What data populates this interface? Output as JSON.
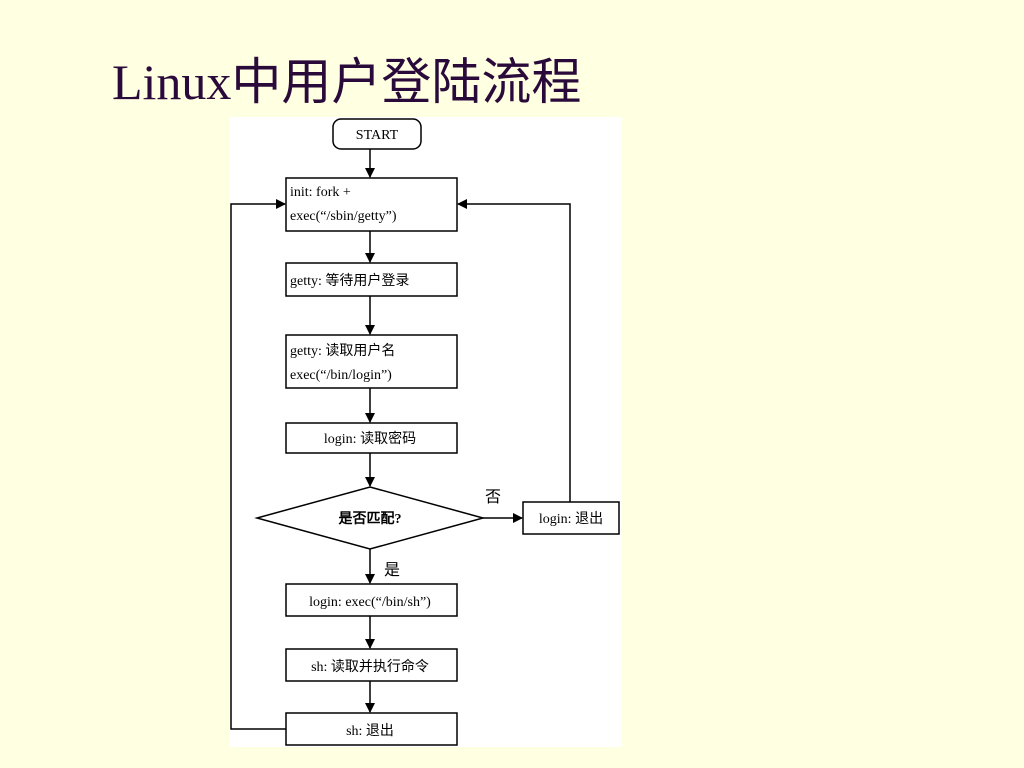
{
  "title": "Linux中用户登陆流程",
  "flowchart": {
    "start": "START",
    "init_line1": "init: fork +",
    "init_line2": "exec(“/sbin/getty”)",
    "getty_wait": "getty: 等待用户登录",
    "getty_read_line1": "getty: 读取用户名",
    "getty_read_line2": "exec(“/bin/login”)",
    "login_read_pw": "login: 读取密码",
    "decision": "是否匹配?",
    "no_label": "否",
    "yes_label": "是",
    "login_exit": "login: 退出",
    "login_exec": "login: exec(“/bin/sh”)",
    "sh_exec": "sh: 读取并执行命令",
    "sh_exit": "sh: 退出"
  }
}
